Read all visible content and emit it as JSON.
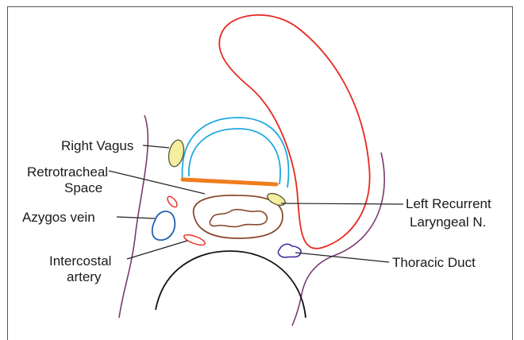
{
  "labels": {
    "right_vagus": "Right Vagus",
    "retrotracheal_line1": "Retrotracheal",
    "retrotracheal_line2": "Space",
    "azygos_vein": "Azygos vein",
    "intercostal_line1": "Intercostal",
    "intercostal_line2": "artery",
    "left_recurrent_line1": "Left Recurrent",
    "left_recurrent_line2": "Laryngeal N.",
    "thoracic_duct": "Thoracic Duct"
  },
  "colors": {
    "esophagus_aorta_outline": "#e8281e",
    "trachea_rings": "#1ea8e0",
    "trachealis_muscle": "#f07d1e",
    "pleura": "#7a3a6e",
    "esophagus": "#8a4a2e",
    "azygos": "#1e5fb0",
    "nerve_fill": "#f5eea0",
    "nerve_stroke": "#555533",
    "thoracic_duct": "#4a2a9e",
    "vertebral_body": "#111111"
  }
}
